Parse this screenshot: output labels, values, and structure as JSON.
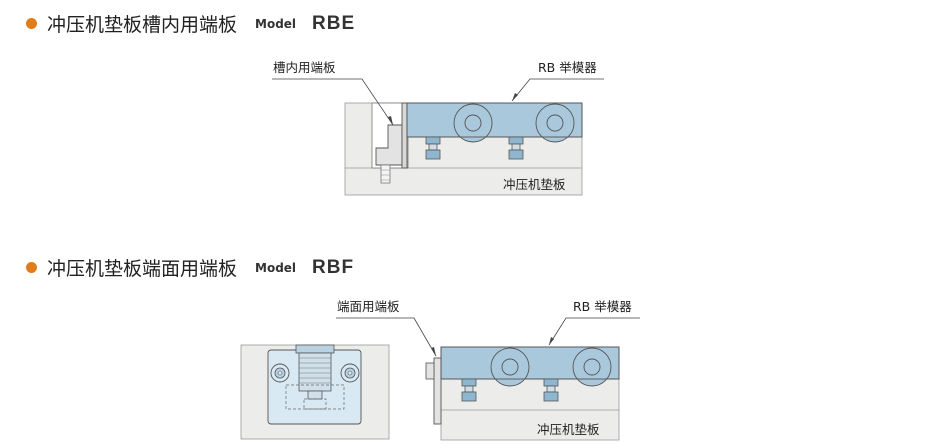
{
  "section1": {
    "title": "冲压机垫板槽内用端板",
    "model_label": "Model",
    "model_code": "RBE",
    "callout_left": "槽内用端板",
    "callout_right": "RB 举模器",
    "base_label": "冲压机垫板"
  },
  "section2": {
    "title": "冲压机垫板端面用端板",
    "model_label": "Model",
    "model_code": "RBF",
    "callout_left": "端面用端板",
    "callout_right": "RB 举模器",
    "base_label": "冲压机垫板"
  },
  "colors": {
    "bullet": "#e07d1a",
    "rail": "#a9c8dc",
    "base": "#ecedeb",
    "outline": "#555555"
  }
}
